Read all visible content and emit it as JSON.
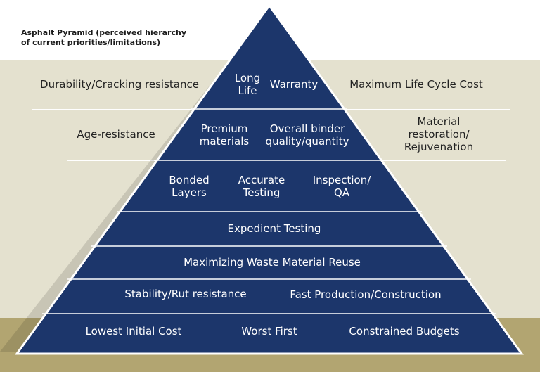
{
  "title": "Asphalt Pyramid (perceived hierarchy of current priorities/limitations)",
  "colors": {
    "pyramid_fill": "#1c366b",
    "pyramid_outline": "#ffffff",
    "background_mid": "#e4e1cf",
    "background_bottom": "#b2a571"
  },
  "pyramid": {
    "tiers": [
      {
        "items": [
          "Long\nLife",
          "Warranty"
        ]
      },
      {
        "items": [
          "Premium\nmaterials",
          "Overall binder\nquality/quantity"
        ]
      },
      {
        "items": [
          "Bonded\nLayers",
          "Accurate\nTesting",
          "Inspection/\nQA"
        ]
      },
      {
        "items": [
          "Expedient Testing"
        ]
      },
      {
        "items": [
          "Maximizing Waste Material Reuse"
        ]
      },
      {
        "items": [
          "Stability/Rut resistance",
          "Fast Production/Construction"
        ]
      },
      {
        "items": [
          "Lowest Initial Cost",
          "Worst First",
          "Constrained Budgets"
        ]
      }
    ]
  },
  "side_labels": {
    "left": [
      "Durability/Cracking resistance",
      "Age-resistance"
    ],
    "right": [
      "Maximum Life Cycle Cost",
      "Material restoration/\nRejuvenation"
    ]
  }
}
